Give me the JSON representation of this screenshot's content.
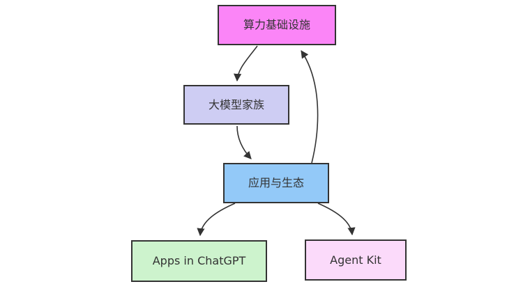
{
  "diagram": {
    "type": "flowchart",
    "direction": "top-down",
    "background": "#ffffff",
    "edge_color": "#333333",
    "node_border_color": "#333333",
    "text_color": "#333333",
    "nodes": [
      {
        "id": "compute-infra",
        "label": "算力基础设施",
        "fill": "#fb85f7"
      },
      {
        "id": "model-family",
        "label": "大模型家族",
        "fill": "#cecdf3"
      },
      {
        "id": "apps-ecosystem",
        "label": "应用与生态",
        "fill": "#93c9f8"
      },
      {
        "id": "apps-in-chatgpt",
        "label": "Apps in ChatGPT",
        "fill": "#cdf3cd"
      },
      {
        "id": "agent-kit",
        "label": "Agent Kit",
        "fill": "#fbdafa"
      }
    ],
    "edges": [
      {
        "from": "算力基础设施",
        "to": "大模型家族"
      },
      {
        "from": "大模型家族",
        "to": "应用与生态"
      },
      {
        "from": "应用与生态",
        "to": "算力基础设施"
      },
      {
        "from": "应用与生态",
        "to": "Apps in ChatGPT"
      },
      {
        "from": "应用与生态",
        "to": "Agent Kit"
      }
    ]
  }
}
